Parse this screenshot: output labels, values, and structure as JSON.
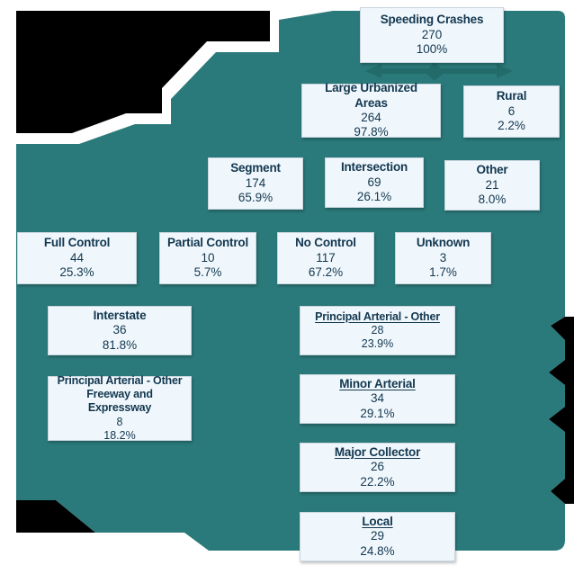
{
  "figure": {
    "type": "flow-tree",
    "root_label": "Speeding Crashes",
    "background_color": "#2b7a7b",
    "cut_color": "#000000",
    "node_fill": "#f0f7fc",
    "node_border": "#c9d6de",
    "text_color": "#12374f",
    "connector_color": "#236b6b"
  },
  "chart_data": {
    "type": "table",
    "title": "Speeding Crashes",
    "levels": [
      {
        "name": "total",
        "nodes": [
          {
            "label": "Speeding Crashes",
            "count": "270",
            "percent": "100%"
          }
        ]
      },
      {
        "name": "area-type",
        "nodes": [
          {
            "label": "Large Urbanized Areas",
            "count": "264",
            "percent": "97.8%"
          },
          {
            "label": "Rural",
            "count": "6",
            "percent": "2.2%"
          }
        ]
      },
      {
        "name": "location-type",
        "nodes": [
          {
            "label": "Segment",
            "count": "174",
            "percent": "65.9%"
          },
          {
            "label": "Intersection",
            "count": "69",
            "percent": "26.1%"
          },
          {
            "label": "Other",
            "count": "21",
            "percent": "8.0%"
          }
        ]
      },
      {
        "name": "access-control",
        "nodes": [
          {
            "label": "Full Control",
            "count": "44",
            "percent": "25.3%"
          },
          {
            "label": "Partial Control",
            "count": "10",
            "percent": "5.7%"
          },
          {
            "label": "No Control",
            "count": "117",
            "percent": "67.2%"
          },
          {
            "label": "Unknown",
            "count": "3",
            "percent": "1.7%"
          }
        ]
      },
      {
        "name": "functional-class-full-control",
        "nodes": [
          {
            "label": "Interstate",
            "count": "36",
            "percent": "81.8%"
          },
          {
            "label": "Principal Arterial - Other\nFreeway and Expressway",
            "count": "8",
            "percent": "18.2%"
          }
        ]
      },
      {
        "name": "functional-class-no-control",
        "nodes": [
          {
            "label": "Principal Arterial - Other",
            "count": "28",
            "percent": "23.9%"
          },
          {
            "label": "Minor Arterial",
            "count": "34",
            "percent": "29.1%"
          },
          {
            "label": "Major Collector",
            "count": "26",
            "percent": "22.2%"
          },
          {
            "label": "Local",
            "count": "29",
            "percent": "24.8%"
          }
        ]
      }
    ]
  },
  "nodes": {
    "speeding_crashes": {
      "title": "Speeding Crashes",
      "count": "270",
      "percent": "100%"
    },
    "large_urbanized_areas": {
      "title": "Large Urbanized Areas",
      "count": "264",
      "percent": "97.8%"
    },
    "rural": {
      "title": "Rural",
      "count": "6",
      "percent": "2.2%"
    },
    "segment": {
      "title": "Segment",
      "count": "174",
      "percent": "65.9%"
    },
    "intersection": {
      "title": "Intersection",
      "count": "69",
      "percent": "26.1%"
    },
    "other": {
      "title": "Other",
      "count": "21",
      "percent": "8.0%"
    },
    "full_control": {
      "title": "Full Control",
      "count": "44",
      "percent": "25.3%"
    },
    "partial_control": {
      "title": "Partial Control",
      "count": "10",
      "percent": "5.7%"
    },
    "no_control": {
      "title": "No Control",
      "count": "117",
      "percent": "67.2%"
    },
    "unknown": {
      "title": "Unknown",
      "count": "3",
      "percent": "1.7%"
    },
    "interstate": {
      "title": "Interstate",
      "count": "36",
      "percent": "81.8%"
    },
    "principal_arterial_other": {
      "title": "Principal Arterial - Other",
      "count": "28",
      "percent": "23.9%"
    },
    "pa_other_freeway_expwy": {
      "title": "Principal Arterial - Other\nFreeway and Expressway",
      "count": "8",
      "percent": "18.2%"
    },
    "minor_arterial": {
      "title": "Minor Arterial",
      "count": "34",
      "percent": "29.1%"
    },
    "major_collector": {
      "title": "Major Collector",
      "count": "26",
      "percent": "22.2%"
    },
    "local": {
      "title": "Local",
      "count": "29",
      "percent": "24.8%"
    }
  }
}
